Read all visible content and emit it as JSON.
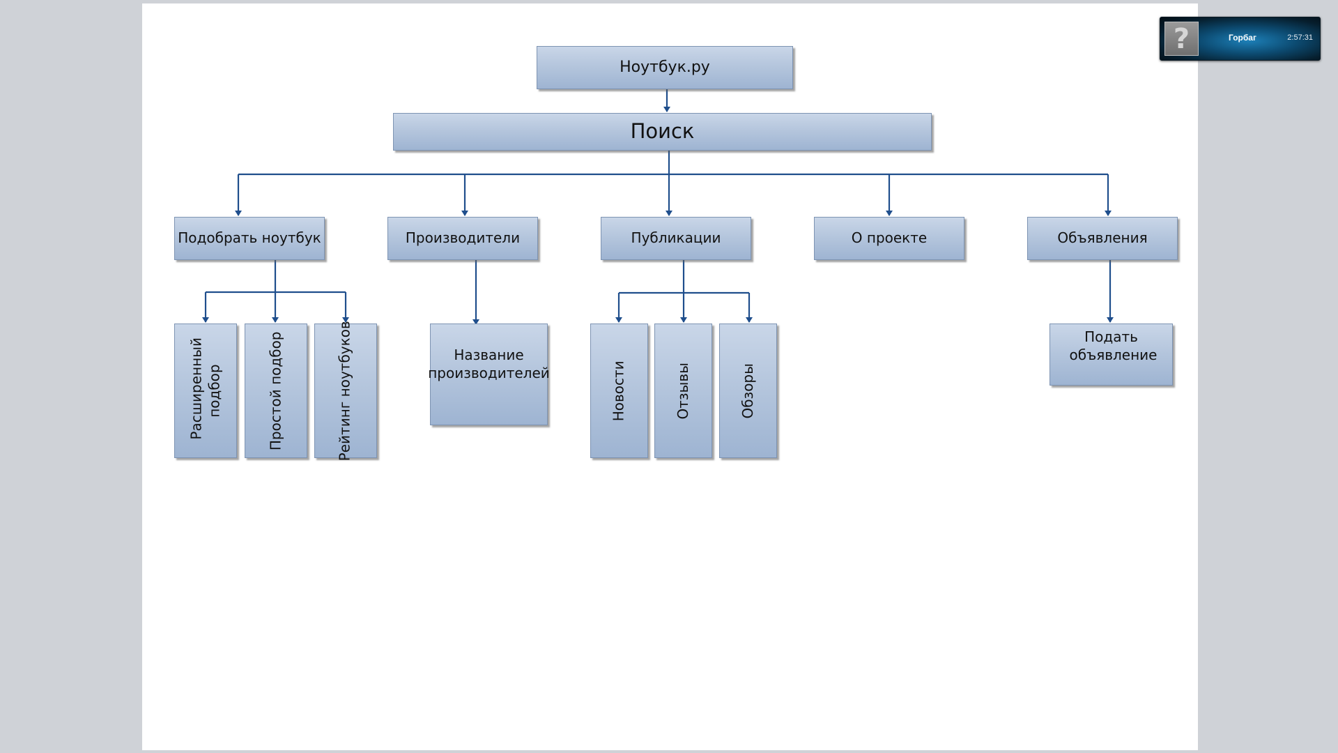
{
  "diagram": {
    "root": "Ноутбук.ру",
    "search": "Поиск",
    "sections": {
      "pick_laptop": "Подобрать ноутбук",
      "manufacturers": "Производители",
      "publications": "Публикации",
      "about": "О проекте",
      "ads": "Объявления"
    },
    "pick_laptop_children": [
      "Расширенный подбор",
      "Простой подбор",
      "Рейтинг ноутбуков"
    ],
    "manufacturers_children": [
      "Название производителей"
    ],
    "publications_children": [
      "Новости",
      "Отзывы",
      "Обзоры"
    ],
    "ads_children": [
      "Подать объявление"
    ]
  },
  "user_widget": {
    "avatar_icon": "question-mark-icon",
    "avatar_glyph": "?",
    "name": "Горбаг",
    "time": "2:57:31"
  },
  "colors": {
    "box_fill_top": "#c9d6e8",
    "box_fill_bottom": "#9eb4d2",
    "connector": "#1f4e8c",
    "page_bg": "#cfd2d7"
  }
}
